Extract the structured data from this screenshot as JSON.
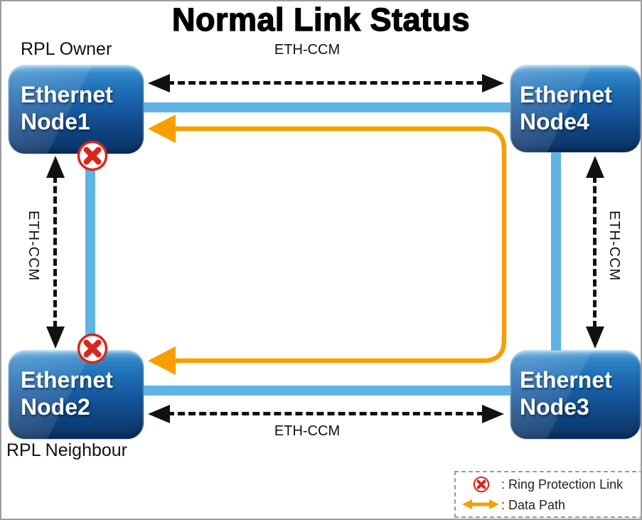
{
  "title": "Normal Link Status",
  "diagram": {
    "nodes": [
      {
        "line1": "Ethernet",
        "line2": "Node1",
        "role_label": "RPL Owner"
      },
      {
        "line1": "Ethernet",
        "line2": "Node2",
        "role_label": "RPL Neighbour"
      },
      {
        "line1": "Ethernet",
        "line2": "Node3",
        "role_label": ""
      },
      {
        "line1": "Ethernet",
        "line2": "Node4",
        "role_label": ""
      }
    ],
    "link_label": "ETH-CCM",
    "colors": {
      "ring_link_blue": "#5FB3E3",
      "data_path_orange": "#F5A000",
      "rpl_marker_red": "#D8271E",
      "ccm_arrow_black": "#111111",
      "node_gradient_top": "#6FB4E2",
      "node_gradient_bottom": "#0B3263",
      "frame_gray": "#9C9C9C"
    }
  },
  "legend": {
    "items": [
      {
        "icon": "rpl-x-icon",
        "label": ": Ring Protection Link"
      },
      {
        "icon": "data-path-arrow-icon",
        "label": ": Data Path"
      }
    ]
  }
}
